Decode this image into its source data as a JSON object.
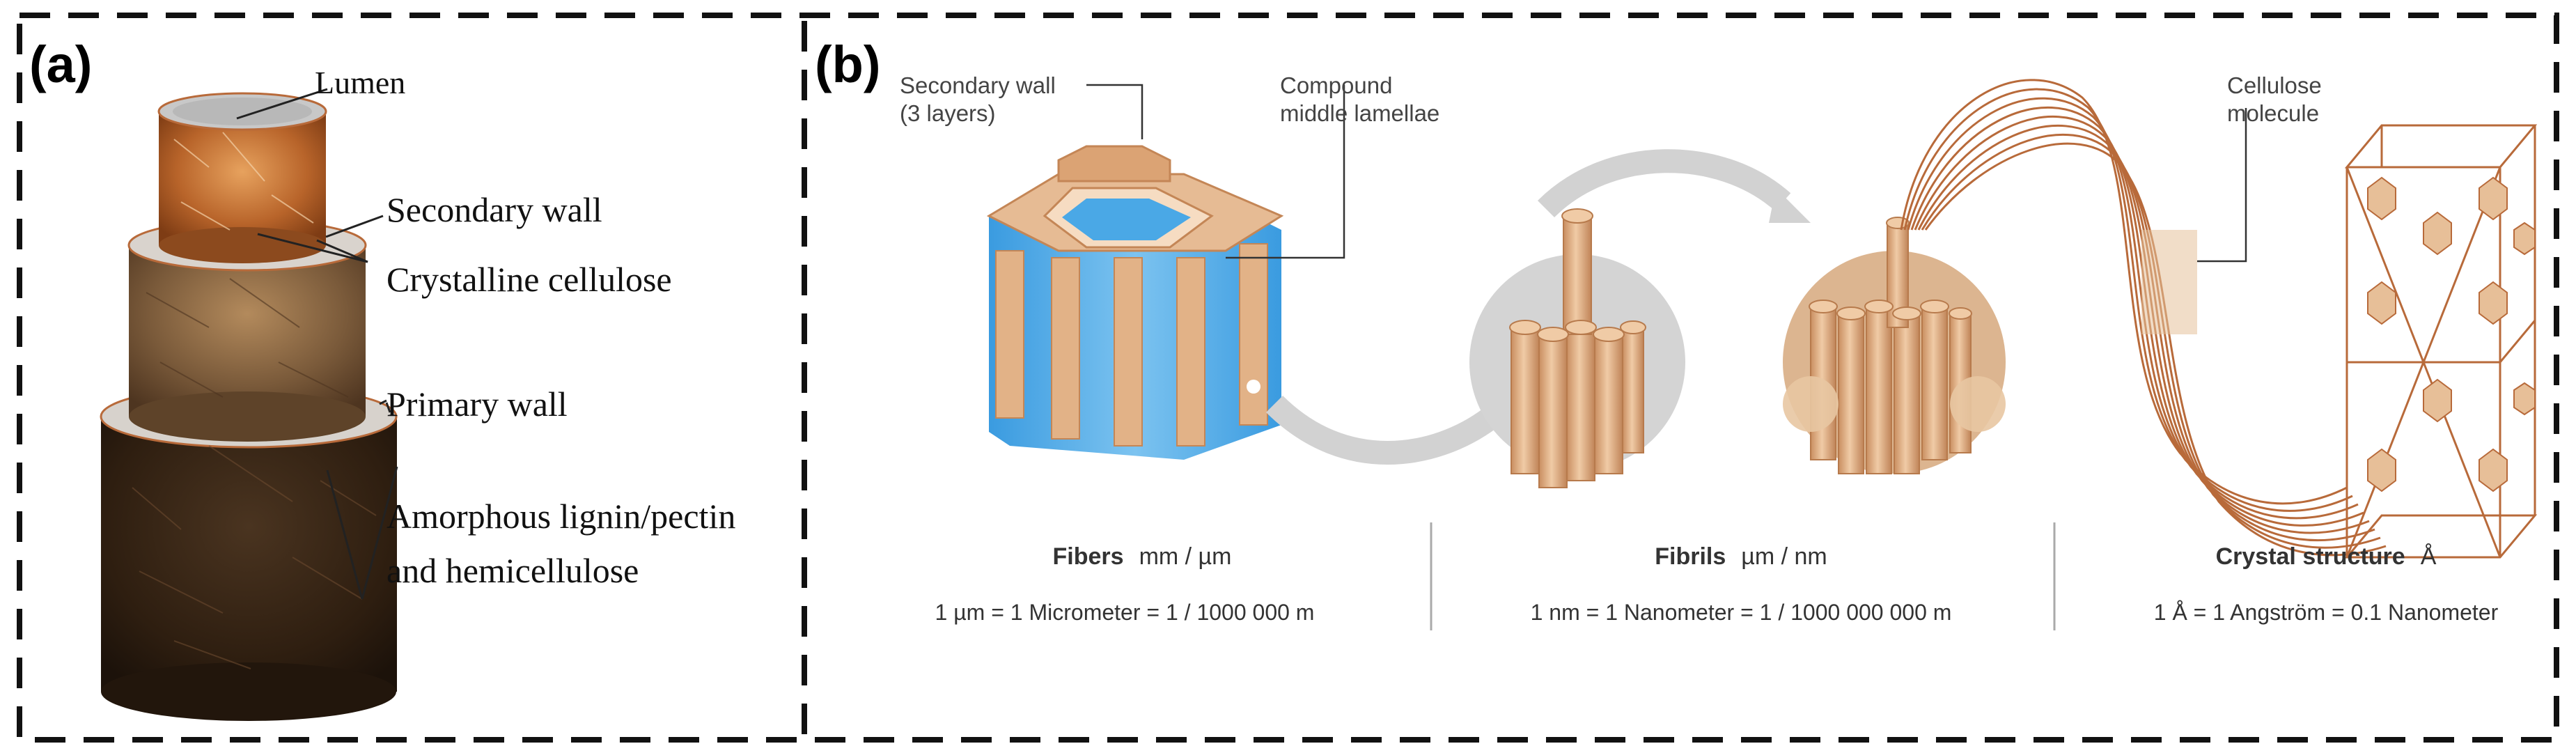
{
  "panel_a": {
    "tag": "(a)",
    "labels": {
      "lumen": "Lumen",
      "secondary_wall": "Secondary wall",
      "crystalline_cellulose": "Crystalline cellulose",
      "primary_wall": "Primary wall",
      "amorphous_line1": "Amorphous lignin/pectin",
      "amorphous_line2": "and hemicellulose"
    }
  },
  "panel_b": {
    "tag": "(b)",
    "labels": {
      "secondary_wall_line1": "Secondary wall",
      "secondary_wall_line2": "(3 layers)",
      "compound_line1": "Compound",
      "compound_line2": "middle lamellae",
      "cellulose_line1": "Cellulose",
      "cellulose_line2": "molecule"
    },
    "scales": [
      {
        "title": "Fibers",
        "unit": "mm / µm",
        "formula": "1 µm = 1 Micrometer = 1 / 1000 000 m"
      },
      {
        "title": "Fibrils",
        "unit": "µm / nm",
        "formula": "1 nm = 1 Nanometer = 1 / 1000 000 000 m"
      },
      {
        "title": "Crystal structure",
        "unit": "Å",
        "formula": "1 Å = 1 Angström = 0.1 Nanometer"
      }
    ]
  },
  "colors": {
    "fiber_tan": "#d9a77c",
    "fiber_light": "#f1d5b8",
    "fiber_blue": "#4aa8e6",
    "lumen_gray": "#c8c8c8",
    "wood_brown": "#8a4a1c",
    "wood_dark": "#2e1e10",
    "outline_brown": "#b86a3a",
    "arrow_gray": "#d2d2d2"
  }
}
